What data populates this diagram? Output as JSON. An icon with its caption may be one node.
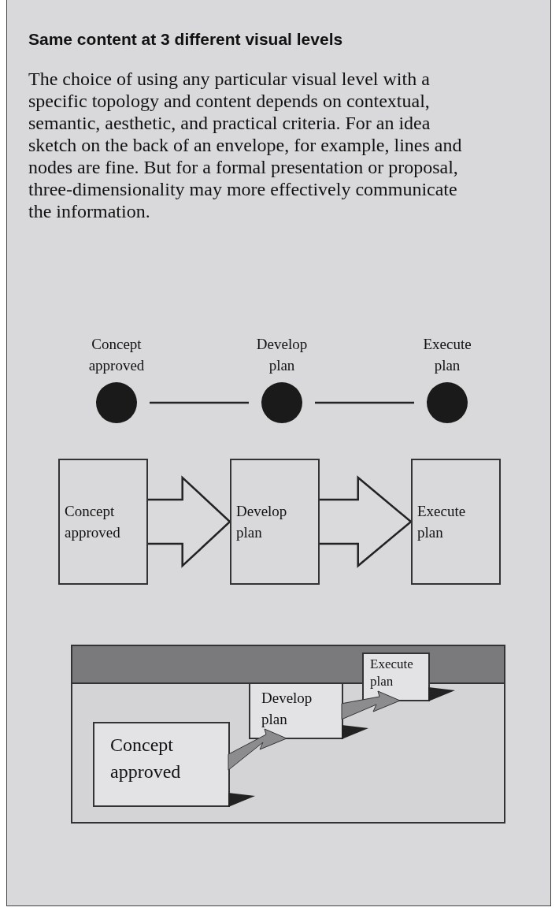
{
  "diagram": {
    "title": "Same content at 3 different visual levels",
    "caption": "The choice of using any particular visual level with a specific topology and content depends on contextual, semantic, aesthetic, and practical criteria.  For an idea sketch on the back of an envelope, for example, lines and nodes are fine. But for a formal presentation or proposal, three-dimensionality may more effectively communicate the information.",
    "nodes": [
      {
        "text": [],
        "shape": "circle",
        "beside": [
          "Concept approved"
        ]
      },
      {
        "text": [],
        "shape": "circle",
        "beside": [
          "Develop plan"
        ]
      },
      {
        "text": [],
        "shape": "circle",
        "beside": [
          "Execute plan"
        ]
      },
      {
        "text": [
          "Concept approved"
        ]
      },
      {
        "text": [
          "Develop plan"
        ]
      },
      {
        "text": [
          "Execute plan"
        ]
      },
      {
        "text": [],
        "shape": "box"
      },
      {
        "text": [
          "Execute plan"
        ],
        "in": 6
      },
      {
        "text": [
          "Develop plan"
        ],
        "in": 6
      },
      {
        "text": [
          "Concept approved"
        ],
        "in": 6
      }
    ],
    "edges": [
      {
        "from": 0,
        "to": 1,
        "arrow": "none"
      },
      {
        "from": 1,
        "to": 2,
        "arrow": "none"
      },
      {
        "from": 3,
        "to": 4,
        "arrow": "to",
        "style": "thick"
      },
      {
        "from": 4,
        "to": 5,
        "arrow": "to",
        "style": "thick"
      },
      {
        "from": 9,
        "to": 8,
        "arrow": "to",
        "style": "thick"
      },
      {
        "from": 8,
        "to": 7,
        "arrow": "to",
        "style": "thick"
      }
    ]
  }
}
